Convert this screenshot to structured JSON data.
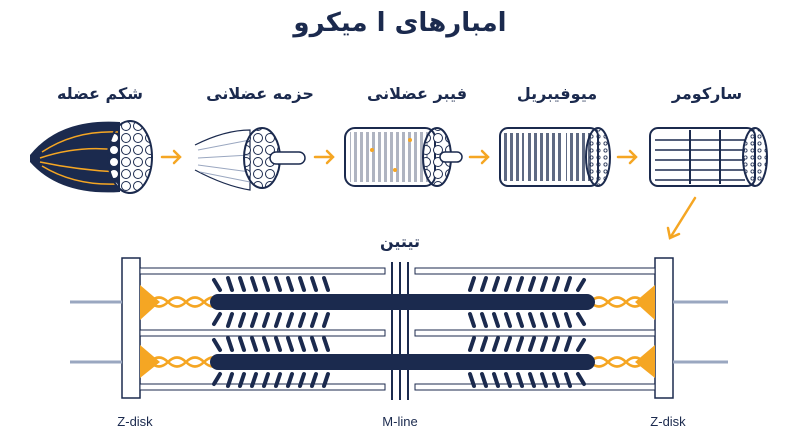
{
  "title": "امبارهای ا میکرو",
  "stages": [
    {
      "label": "شکم عضله",
      "icon": "muscle-belly-icon"
    },
    {
      "label": "حزمه عضلانی",
      "icon": "muscle-fascicle-icon"
    },
    {
      "label": "فیبر عضلانی",
      "icon": "muscle-fiber-icon"
    },
    {
      "label": "میوفیبریل",
      "icon": "myofibril-icon"
    },
    {
      "label": "سارکومر",
      "icon": "sarcomere-icon"
    }
  ],
  "sarcomere": {
    "titin_label": "تیتین",
    "z_disk_left": "Z-disk",
    "m_line": "M-line",
    "z_disk_right": "Z-disk"
  },
  "colors": {
    "navy": "#1b2a4e",
    "orange": "#f5a623",
    "light_blue": "#dde5f3"
  }
}
